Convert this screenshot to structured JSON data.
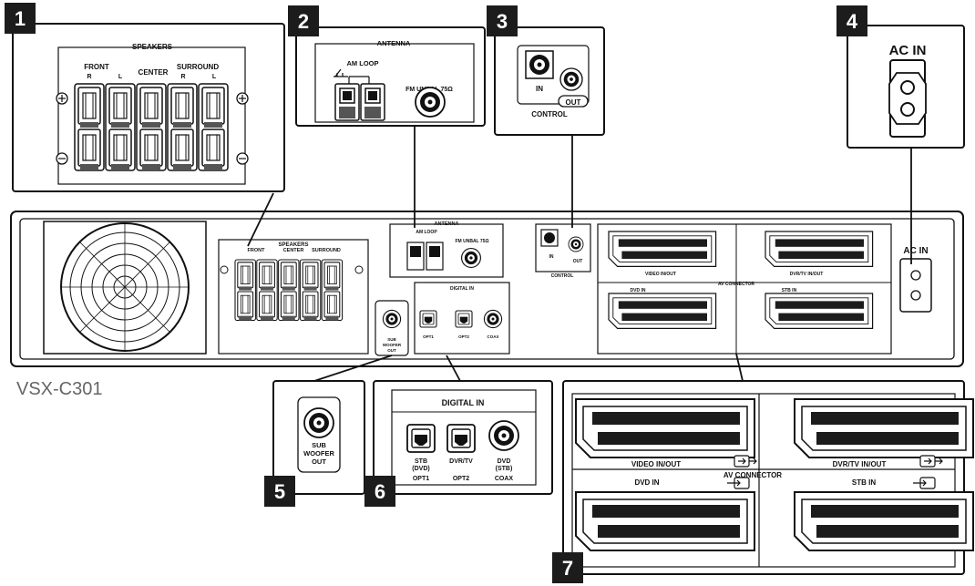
{
  "model_name": "VSX-C301",
  "callouts": [
    "1",
    "2",
    "3",
    "4",
    "5",
    "6",
    "7"
  ],
  "speakers": {
    "title": "SPEAKERS",
    "front": "FRONT",
    "center": "CENTER",
    "surround": "SURROUND",
    "r": "R",
    "l": "L"
  },
  "antenna": {
    "title": "ANTENNA",
    "am_loop": "AM LOOP",
    "fm": "FM UNBAL 75Ω"
  },
  "control": {
    "title": "CONTROL",
    "in": "IN",
    "out": "OUT"
  },
  "ac_in": "AC IN",
  "subwoofer": {
    "line1": "SUB",
    "line2": "WOOFER",
    "line3": "OUT"
  },
  "digital_in": {
    "title": "DIGITAL IN",
    "stb_line1": "STB",
    "stb_line2": "(DVD)",
    "stb_opt": "OPT1",
    "dvr": "DVR/TV",
    "dvr_opt": "OPT2",
    "dvd_line1": "DVD",
    "dvd_line2": "(STB)",
    "dvd_coax": "COAX"
  },
  "av_connector": {
    "title": "AV CONNECTOR",
    "video": "VIDEO IN/OUT",
    "dvr": "DVR/TV IN/OUT",
    "dvd": "DVD IN",
    "stb": "STB IN"
  },
  "colors": {
    "line": "#111111",
    "badge": "#1c1c1c",
    "model_text": "#666666"
  }
}
